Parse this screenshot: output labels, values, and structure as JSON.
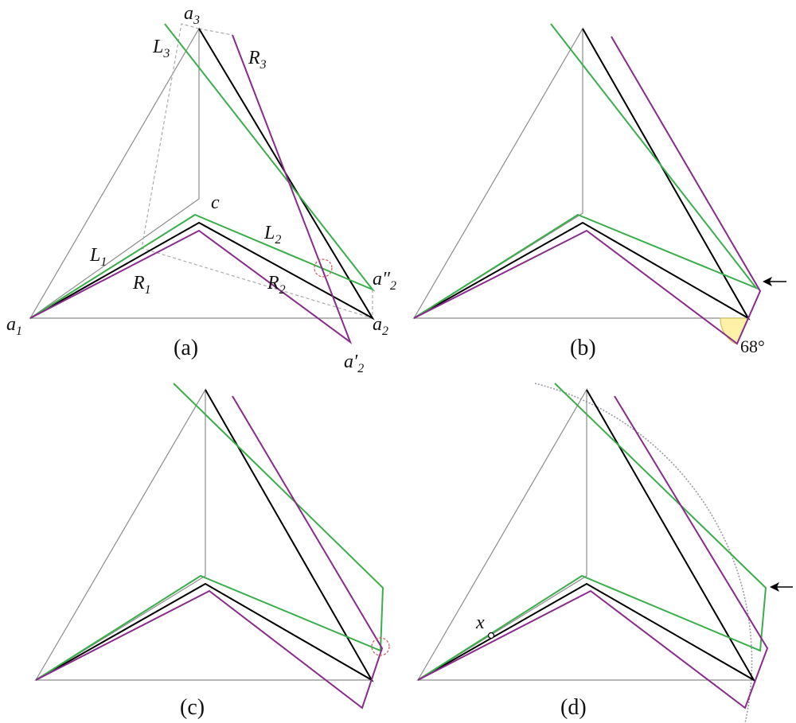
{
  "colors": {
    "frame": "#8c8c8c",
    "black_path": "#000000",
    "green_path": "#3aae4a",
    "purple_path": "#8a2a8c",
    "highlight_circle": "#d05555",
    "angle_fill": "#fff2a8",
    "arc": "#9a9aa6"
  },
  "panels": {
    "a": {
      "caption": "(a)",
      "labels": {
        "a1": {
          "base": "a",
          "sub": "1"
        },
        "a2": {
          "base": "a",
          "sub": "2"
        },
        "a3": {
          "base": "a",
          "sub": "3"
        },
        "c": {
          "base": "c",
          "sub": ""
        },
        "a2_prime": {
          "base": "a′",
          "sub": "2"
        },
        "a2_dprime": {
          "base": "a″",
          "sub": "2"
        },
        "L1": {
          "base": "L",
          "sub": "1"
        },
        "L2": {
          "base": "L",
          "sub": "2"
        },
        "L3": {
          "base": "L",
          "sub": "3"
        },
        "R1": {
          "base": "R",
          "sub": "1"
        },
        "R2": {
          "base": "R",
          "sub": "2"
        },
        "R3": {
          "base": "R",
          "sub": "3"
        }
      }
    },
    "b": {
      "caption": "(b)",
      "angle_label": "68°"
    },
    "c": {
      "caption": "(c)"
    },
    "d": {
      "caption": "(d)",
      "point_label": "x"
    }
  }
}
